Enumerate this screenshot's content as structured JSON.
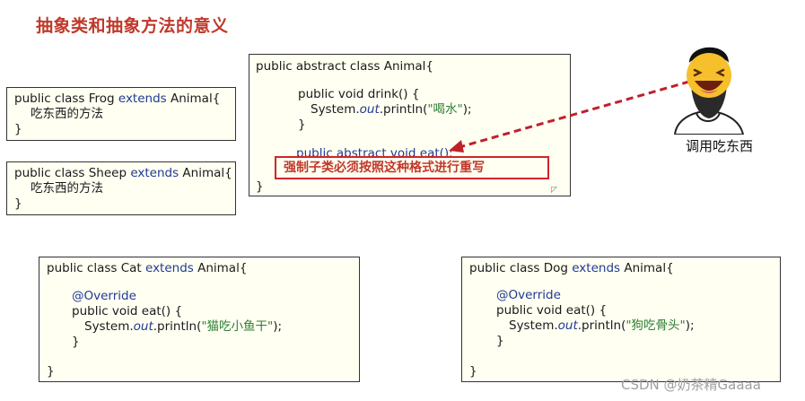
{
  "title": "抽象类和抽象方法的意义",
  "frog": {
    "line1_pre": "public class Frog ",
    "line1_kw": "extends",
    "line1_post": " Animal{",
    "line2": "吃东西的方法",
    "line3": "}"
  },
  "sheep": {
    "line1_pre": "public class Sheep ",
    "line1_kw": "extends",
    "line1_post": " Animal{",
    "line2": "吃东西的方法",
    "line3": "}"
  },
  "animal": {
    "line1": "public abstract class Animal{",
    "line2": "public void drink() {",
    "line3_pre": "System.",
    "line3_out": "out",
    "line3_mid": ".println(",
    "line3_str": "\"喝水\"",
    "line3_post": ");",
    "line4": "}",
    "line5": "public abstract void eat();",
    "warning": "强制子类必须按照这种格式进行重写",
    "line6": "}"
  },
  "cat": {
    "line1_pre": "public class Cat ",
    "line1_kw": "extends",
    "line1_post": " Animal{",
    "line2": "@Override",
    "line3": "public void eat() {",
    "line4_pre": "System.",
    "line4_out": "out",
    "line4_mid": ".println(",
    "line4_str": "\"猫吃小鱼干\"",
    "line4_post": ");",
    "line5": "}",
    "line6": "}"
  },
  "dog": {
    "line1_pre": "public class Dog ",
    "line1_kw": "extends",
    "line1_post": " Animal{",
    "line2": "@Override",
    "line3": "public void eat() {",
    "line4_pre": "System.",
    "line4_out": "out",
    "line4_mid": ".println(",
    "line4_str": "\"狗吃骨头\"",
    "line4_post": ");",
    "line5": "}",
    "line6": "}"
  },
  "caller_label": "调用吃东西",
  "watermark": "CSDN @奶茶精Gaaaa",
  "colors": {
    "title": "#c0392b",
    "keyword": "#1f3a93",
    "string": "#2e7d32",
    "warning": "#d0252a",
    "arrow": "#c0202a"
  }
}
